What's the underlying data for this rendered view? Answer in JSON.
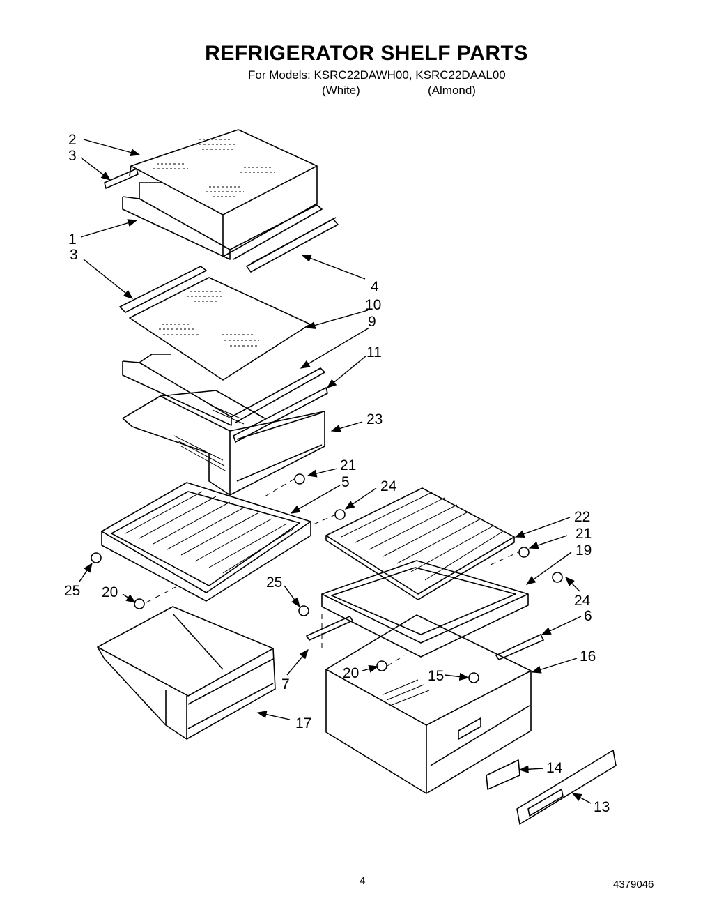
{
  "header": {
    "title": "REFRIGERATOR SHELF PARTS",
    "models_line": "For Models: KSRC22DAWH00, KSRC22DAAL00",
    "variant_white": "(White)",
    "variant_almond": "(Almond)"
  },
  "callouts": [
    "2",
    "3",
    "1",
    "3",
    "4",
    "10",
    "9",
    "11",
    "23",
    "21",
    "5",
    "24",
    "22",
    "21",
    "19",
    "25",
    "20",
    "25",
    "24",
    "6",
    "16",
    "7",
    "20",
    "15",
    "17",
    "14",
    "13"
  ],
  "footer": {
    "page_number": "4",
    "document_number": "4379046"
  }
}
